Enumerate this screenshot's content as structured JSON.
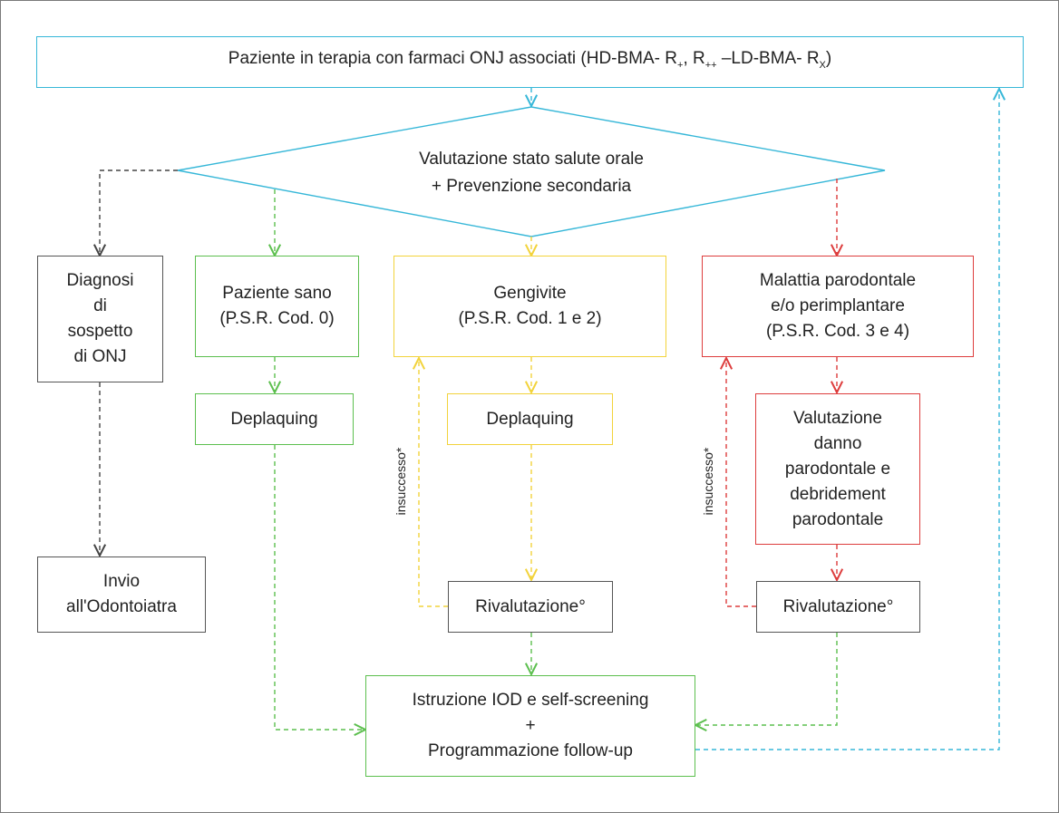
{
  "header": {
    "text_main": "Paziente in terapia con farmaci ONJ associati (HD-BMA- R",
    "sub1": "+",
    "sep1": ", R",
    "sub2": "++",
    "mid": " –LD-BMA- R",
    "sub3": "X",
    "close": ")"
  },
  "decision": {
    "line1": "Valutazione stato salute orale",
    "line2": "+ Prevenzione secondaria"
  },
  "nodes": {
    "diagnosi": [
      "Diagnosi",
      "di",
      "sospetto",
      "di ONJ"
    ],
    "invio": [
      "Invio",
      "all'Odontoiatra"
    ],
    "sano": [
      "Paziente sano",
      "(P.S.R. Cod. 0)"
    ],
    "deplaquing_green": "Deplaquing",
    "gengivite": [
      "Gengivite",
      "(P.S.R. Cod. 1 e 2)"
    ],
    "deplaquing_yellow": "Deplaquing",
    "rivalutazione_yellow": "Rivalutazione°",
    "malattia": [
      "Malattia parodontale",
      "e/o perimplantare",
      "(P.S.R. Cod. 3 e 4)"
    ],
    "valutazione_danno": [
      "Valutazione",
      "danno",
      "parodontale e",
      "debridement",
      "parodontale"
    ],
    "rivalutazione_red": "Rivalutazione°",
    "istruzione": [
      "Istruzione IOD e self-screening",
      "+",
      "Programmazione follow-up"
    ]
  },
  "labels": {
    "insuccesso_yellow": "insuccesso*",
    "insuccesso_red": "insuccesso*"
  },
  "colors": {
    "blue": "#36b7d8",
    "grey": "#555555",
    "green": "#5cbf4e",
    "yellow": "#f2d33b",
    "red": "#dd3d3d"
  }
}
